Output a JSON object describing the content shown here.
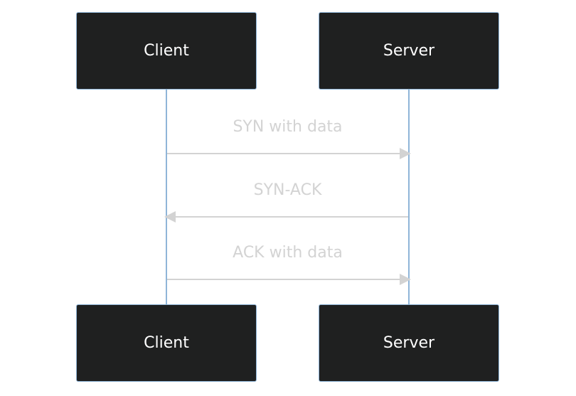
{
  "actors": {
    "client": "Client",
    "server": "Server"
  },
  "messages": [
    {
      "from": "Client",
      "to": "Server",
      "label": "SYN with data"
    },
    {
      "from": "Server",
      "to": "Client",
      "label": "SYN-ACK"
    },
    {
      "from": "Client",
      "to": "Server",
      "label": "ACK with data"
    }
  ],
  "colors": {
    "actor_fill": "#1f2020",
    "actor_border": "#8fb5d8",
    "lifeline": "#8fb5d8",
    "message": "#d3d3d3"
  }
}
